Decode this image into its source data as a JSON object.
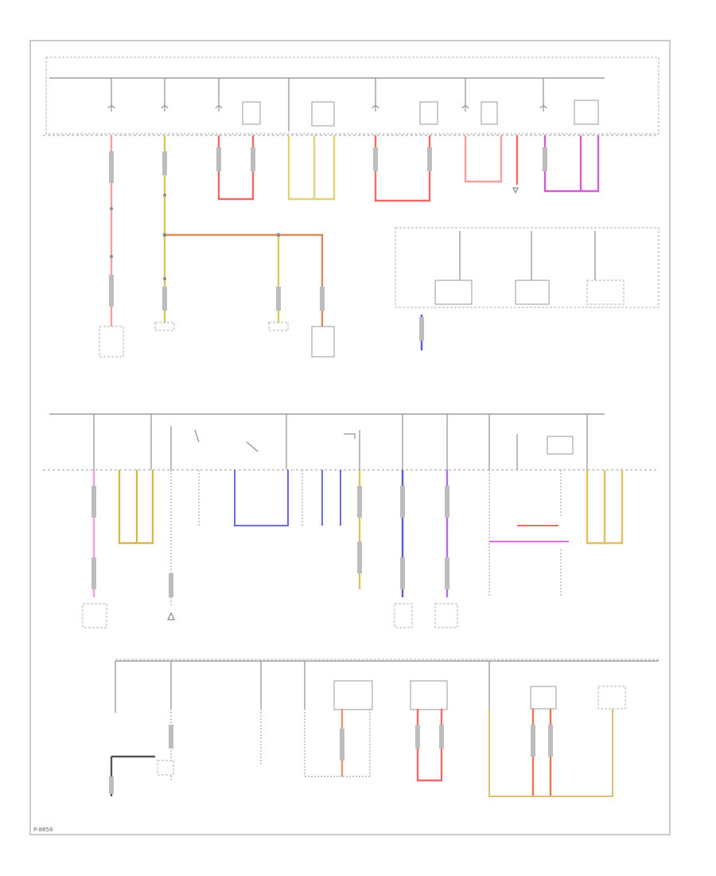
{
  "colors": {
    "background": "#ffffff",
    "line_gray": "#8c8c8c",
    "red": "#f06a6a",
    "yellow": "#d9c85a",
    "orange": "#e07b4f",
    "magenta": "#d85ad8",
    "pink": "#f0a0c8",
    "blue": "#5a5ae0",
    "purple": "#9a5ad8",
    "olive": "#a8a84a",
    "dark_gray": "#555555"
  },
  "icons": [
    "fuse-symbol",
    "ground-symbol",
    "connector-block",
    "splice-node",
    "switch-symbol"
  ],
  "footer": {
    "code": "P-8858"
  }
}
